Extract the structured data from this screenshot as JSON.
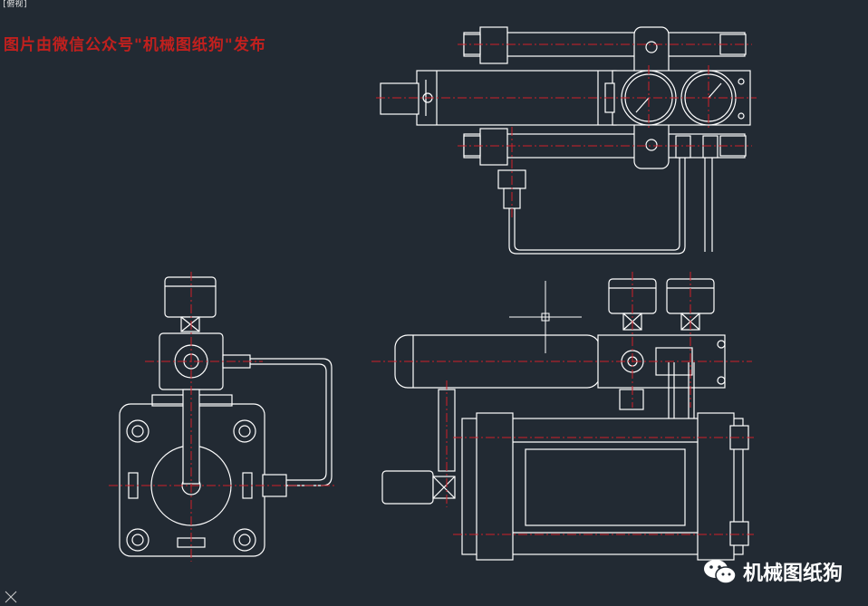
{
  "viewport_label": "[俯视]",
  "red_note": "图片由微信公众号\"机械图纸狗\"发布",
  "watermark": {
    "text": "机械图纸狗",
    "logo": "wechat-logo"
  },
  "colors": {
    "background": "#222a33",
    "line": "#ffffff",
    "centerline": "#d0202a",
    "crosshair": "#ffffff"
  },
  "icons": [
    "wechat-logo",
    "ucs-icon",
    "crosshair-cursor"
  ]
}
